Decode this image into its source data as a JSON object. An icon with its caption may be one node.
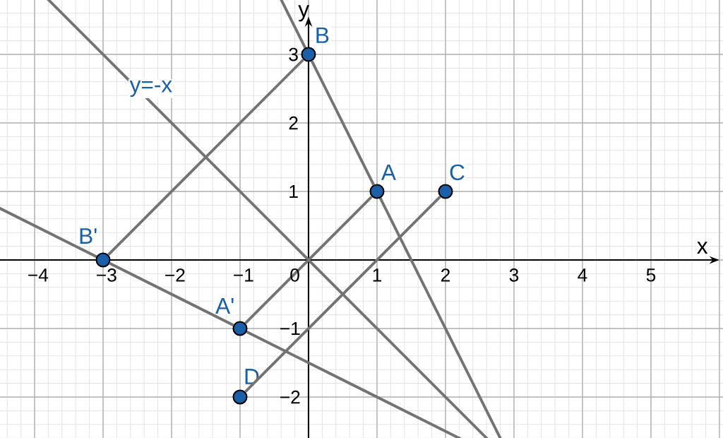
{
  "diagram": {
    "nodes": [
      {
        "text": [
          "B"
        ]
      },
      {
        "text": [
          "A"
        ]
      },
      {
        "text": [
          "C"
        ]
      },
      {
        "text": [
          "B'"
        ]
      },
      {
        "text": [
          "A'"
        ]
      },
      {
        "text": [
          "D"
        ]
      }
    ],
    "edges": [
      {
        "from": 3,
        "to": 0,
        "arrow": "none"
      },
      {
        "from": 4,
        "to": 1,
        "arrow": "none"
      },
      {
        "from": 5,
        "to": 2,
        "arrow": "none"
      },
      {
        "from": 0,
        "to": 1,
        "arrow": "none"
      },
      {
        "from": 3,
        "to": 4,
        "arrow": "none"
      }
    ],
    "labels": [
      "y",
      "x",
      "−4",
      "−3",
      "−2",
      "−1",
      "0",
      "1",
      "2",
      "3",
      "4",
      "5",
      "3",
      "2",
      "1",
      "−1",
      "−2",
      "y=-x"
    ]
  }
}
